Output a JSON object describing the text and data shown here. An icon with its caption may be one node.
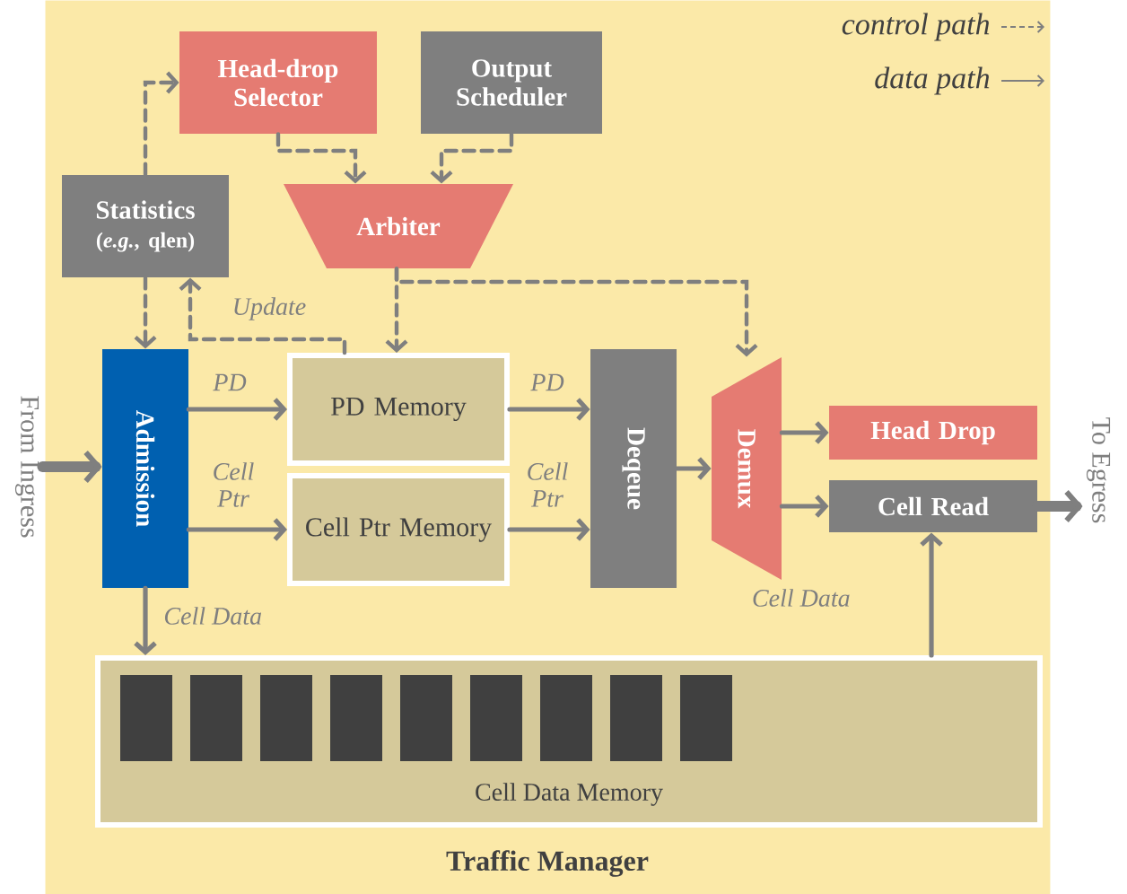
{
  "diagram": {
    "nodes": [
      {
        "text": [
          "Traffic Manager"
        ]
      },
      {
        "text": [
          "Head-drop Selector"
        ],
        "in": 0
      },
      {
        "text": [
          "Output Scheduler"
        ],
        "in": 0
      },
      {
        "text": [
          "Statistics",
          "(*e.g.*, qlen)"
        ],
        "in": 0
      },
      {
        "text": [
          "Arbiter"
        ],
        "in": 0
      },
      {
        "text": [
          "Admission"
        ],
        "in": 0
      },
      {
        "text": [
          "PD Memory"
        ],
        "in": 0
      },
      {
        "text": [
          "Cell Ptr Memory"
        ],
        "in": 0
      },
      {
        "text": [
          "Deqeue"
        ],
        "in": 0
      },
      {
        "text": [
          "Demux"
        ],
        "in": 0
      },
      {
        "text": [
          "Head Drop"
        ],
        "in": 0
      },
      {
        "text": [
          "Cell Read"
        ],
        "in": 0
      },
      {
        "text": [
          "Cell Data Memory"
        ],
        "in": 0
      },
      {
        "text": [
          "From Ingress"
        ]
      },
      {
        "text": [
          "To Egress"
        ]
      }
    ],
    "edges": [
      {
        "from": 3,
        "to": 1,
        "arrow": "to",
        "style": "dashed"
      },
      {
        "from": 1,
        "to": 4,
        "arrow": "to",
        "style": "dashed"
      },
      {
        "from": 2,
        "to": 4,
        "arrow": "to",
        "style": "dashed"
      },
      {
        "from": 3,
        "to": 5,
        "arrow": "to",
        "style": "dashed"
      },
      {
        "from": 6,
        "to": 3,
        "arrow": "to",
        "style": "dashed",
        "label": "Update"
      },
      {
        "from": 4,
        "to": 6,
        "arrow": "to",
        "style": "dashed"
      },
      {
        "from": 4,
        "to": 9,
        "arrow": "to",
        "style": "dashed"
      },
      {
        "from": 13,
        "to": 5,
        "arrow": "to",
        "style": "thick"
      },
      {
        "from": 5,
        "to": 6,
        "arrow": "to",
        "label": "PD"
      },
      {
        "from": 5,
        "to": 7,
        "arrow": "to",
        "label": "Cell Ptr"
      },
      {
        "from": 6,
        "to": 8,
        "arrow": "to",
        "label": "PD"
      },
      {
        "from": 7,
        "to": 8,
        "arrow": "to",
        "label": "Cell Ptr"
      },
      {
        "from": 8,
        "to": 9,
        "arrow": "to"
      },
      {
        "from": 9,
        "to": 10,
        "arrow": "to"
      },
      {
        "from": 9,
        "to": 11,
        "arrow": "to"
      },
      {
        "from": 11,
        "to": 14,
        "arrow": "to",
        "style": "thick"
      },
      {
        "from": 5,
        "to": 12,
        "arrow": "to",
        "label": "Cell Data"
      },
      {
        "from": 12,
        "to": 11,
        "arrow": "to",
        "label": "Cell Data"
      }
    ],
    "legend": [
      {
        "text": "control path"
      },
      {
        "text": "data path"
      }
    ]
  }
}
